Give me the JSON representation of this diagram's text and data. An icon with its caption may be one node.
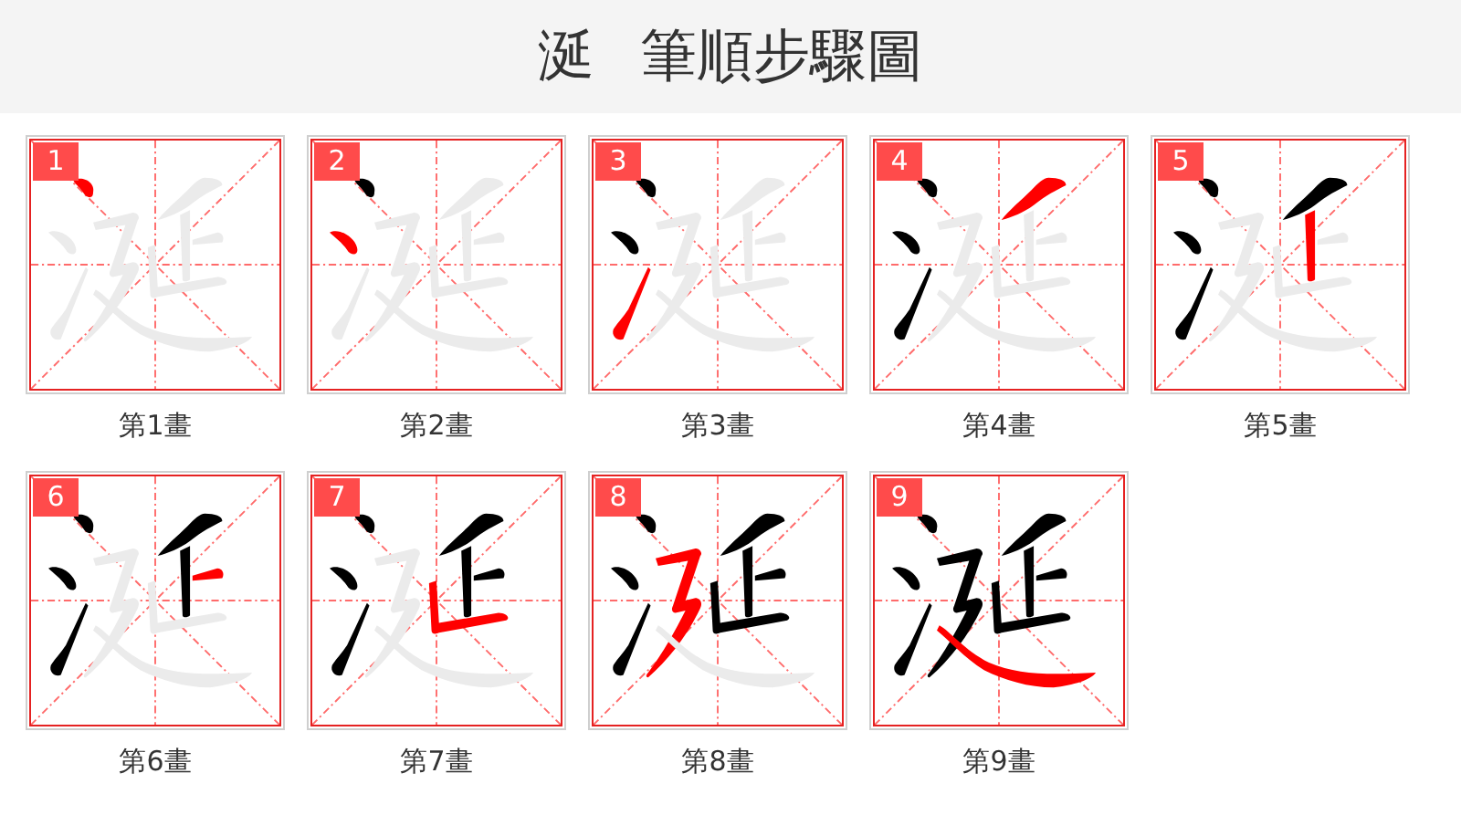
{
  "diagram": {
    "title": "涎 筆順步驟圖",
    "nodes": [
      {
        "text": [
          "1"
        ],
        "beside": [
          "第1畫"
        ]
      },
      {
        "text": [
          "2"
        ],
        "beside": [
          "第2畫"
        ]
      },
      {
        "text": [
          "3"
        ],
        "beside": [
          "第3畫"
        ]
      },
      {
        "text": [
          "4"
        ],
        "beside": [
          "第4畫"
        ]
      },
      {
        "text": [
          "5"
        ],
        "beside": [
          "第5畫"
        ]
      },
      {
        "text": [
          "6"
        ],
        "beside": [
          "第6畫"
        ]
      },
      {
        "text": [
          "7"
        ],
        "beside": [
          "第7畫"
        ]
      },
      {
        "text": [
          "8"
        ],
        "beside": [
          "第8畫"
        ]
      },
      {
        "text": [
          "9"
        ],
        "beside": [
          "第9畫"
        ]
      }
    ]
  }
}
